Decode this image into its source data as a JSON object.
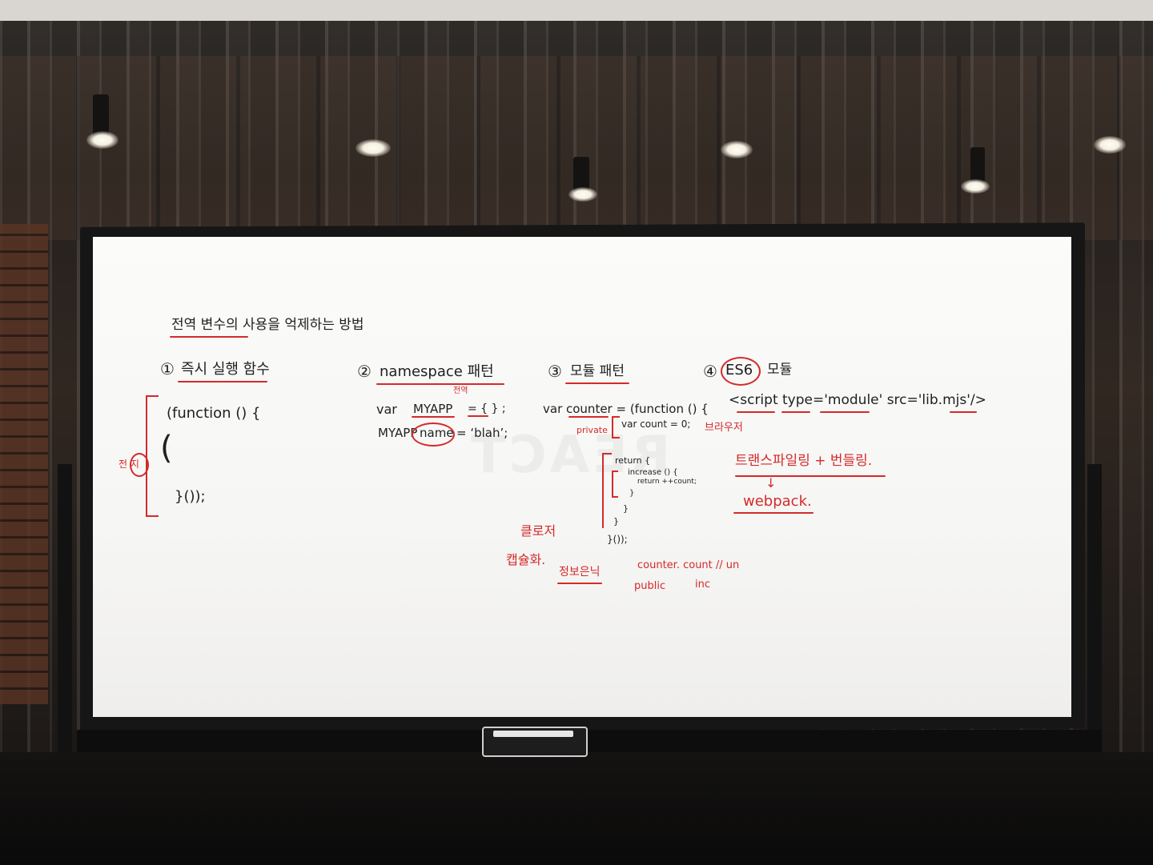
{
  "board": {
    "title": "전역 변수의   사용을 억제하는 방법",
    "section1": {
      "number": "①",
      "heading": "즉시 실행 함수",
      "code_line1": "(function () {",
      "code_paren": "(",
      "code_end": "}());",
      "side_note": "전 지"
    },
    "section2": {
      "number": "②",
      "heading": "namespace 패턴",
      "note_global": "전역",
      "code_var": "var",
      "code_myapp": "MYAPP",
      "code_assign": "= { } ;",
      "code_line2_myapp": "MYAPP",
      "code_line2_name": "name",
      "code_line2_rest": "= ‘blah’;"
    },
    "section3": {
      "number": "③",
      "heading": "모듈 패턴",
      "code_line1": "var counter = (function () {",
      "private_label": "private",
      "code_line2": "var count = 0;",
      "return_line": "return {",
      "increase_line": "increase () {",
      "return_count": "return ++count;",
      "close1": "}",
      "close2": "}",
      "close3": "}",
      "close4": "}());",
      "closure_note": "클로저",
      "encapsulation_note": "캡슐화.",
      "info_hiding_note": "정보은닉",
      "counter_count_note": "counter. count // un",
      "public_note": "public",
      "inc_note": "inc"
    },
    "section4": {
      "number": "④",
      "heading_es6": "ES6",
      "heading_rest": "모듈",
      "script_tag": "<script type='module' src='lib.mjs'/>",
      "browser_note": "브라우저",
      "transpile_note": "트랜스파일링 + 번들링.",
      "arrow": "↓",
      "webpack_note": "webpack."
    }
  },
  "colors": {
    "marker_black": "#1f1f22",
    "marker_red": "#d42a2a",
    "board_white": "#f8f8f6"
  }
}
